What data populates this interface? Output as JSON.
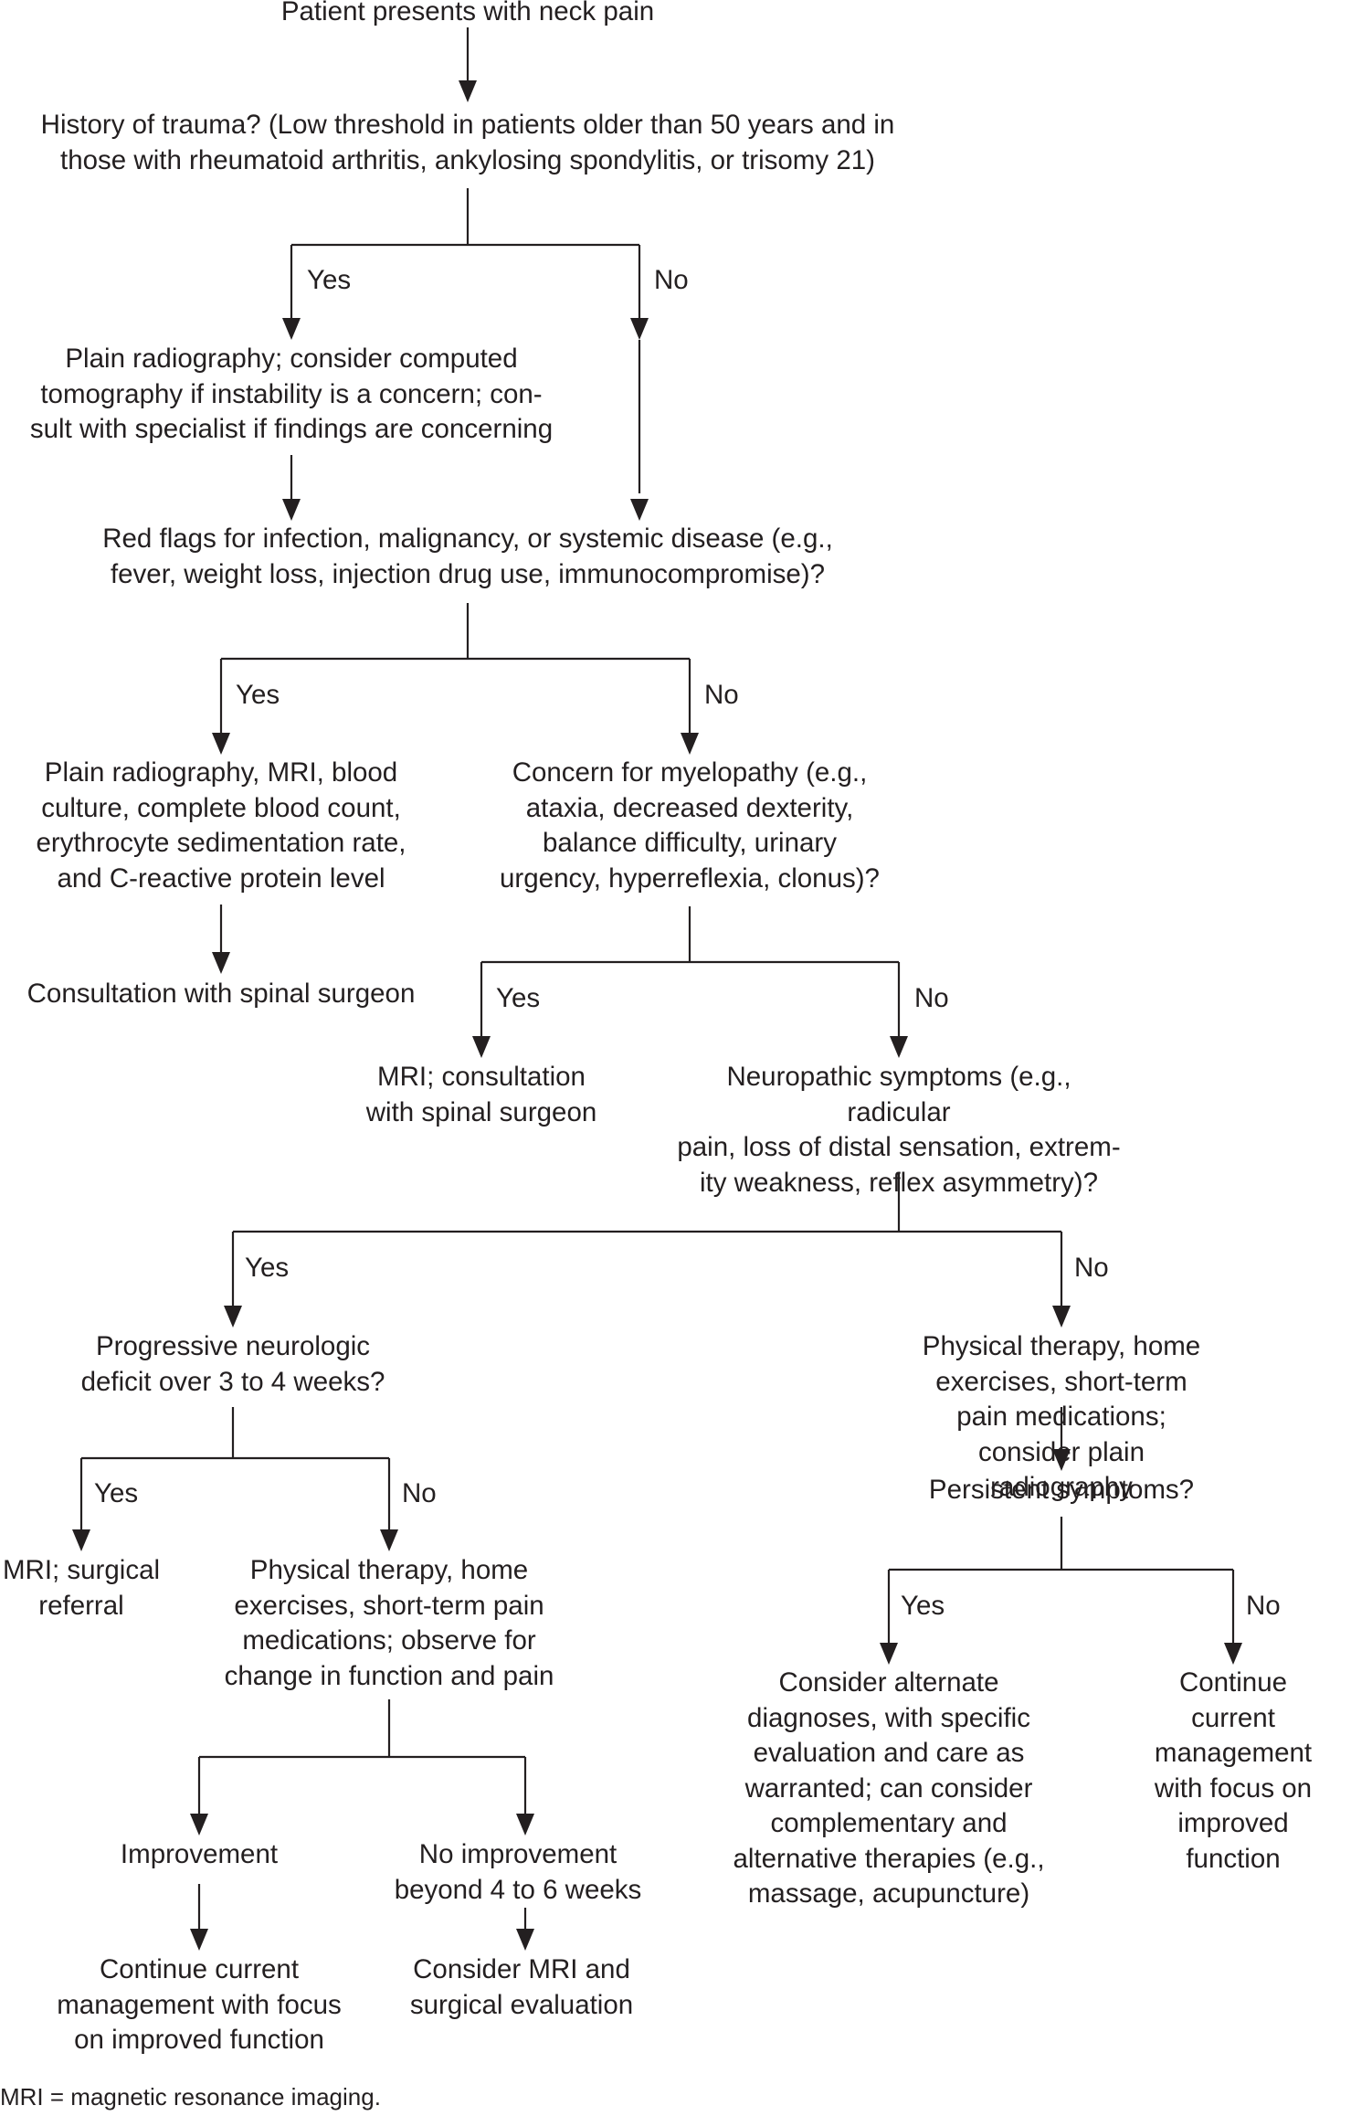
{
  "nodes": {
    "start": "Patient presents with neck pain",
    "trauma_q": "History of trauma? (Low threshold in patients older than 50 years and in\nthose with rheumatoid arthritis, ankylosing spondylitis, or trisomy 21)",
    "trauma_yes": "Plain radiography; consider computed\ntomography if instability is a concern; con-\nsult with specialist if findings are concerning",
    "redflags_q": "Red flags for infection, malignancy, or systemic disease (e.g.,\nfever, weight loss, injection drug use, immunocompromise)?",
    "redflags_yes": "Plain radiography, MRI, blood\nculture, complete blood count,\nerythrocyte sedimentation rate,\nand C-reactive protein level",
    "consult_spinal": "Consultation with spinal surgeon",
    "myelopathy_q": "Concern for myelopathy (e.g.,\nataxia, decreased dexterity,\nbalance difficulty, urinary\nurgency, hyperreflexia, clonus)?",
    "myelopathy_yes": "MRI; consultation\nwith spinal surgeon",
    "neuropathic_q": "Neuropathic symptoms (e.g., radicular\npain, loss of distal sensation, extrem-\nity weakness, reflex asymmetry)?",
    "progressive_q": "Progressive neurologic\ndeficit over 3 to 4 weeks?",
    "pt_radiography": "Physical therapy, home exercises, short-term\npain medications; consider plain radiography",
    "mri_referral": "MRI; surgical\nreferral",
    "pt_observe": "Physical therapy, home\nexercises, short-term pain\nmedications; observe for\nchange in function and pain",
    "persistent_q": "Persistent symptoms?",
    "alternate_dx": "Consider alternate\ndiagnoses, with specific\nevaluation and care as\nwarranted; can consider\ncomplementary and\nalternative therapies (e.g.,\nmassage, acupuncture)",
    "continue_right": "Continue current\nmanagement\nwith focus on\nimproved function",
    "improvement": "Improvement",
    "no_improvement": "No improvement\nbeyond 4 to 6 weeks",
    "continue_left": "Continue current\nmanagement with focus\non improved function",
    "consider_mri": "Consider MRI and\nsurgical evaluation"
  },
  "branch_labels": {
    "yes": "Yes",
    "no": "No"
  },
  "footnote": "MRI = magnetic resonance imaging.",
  "colors": {
    "text": "#231f20",
    "line": "#231f20",
    "background": "#ffffff"
  }
}
